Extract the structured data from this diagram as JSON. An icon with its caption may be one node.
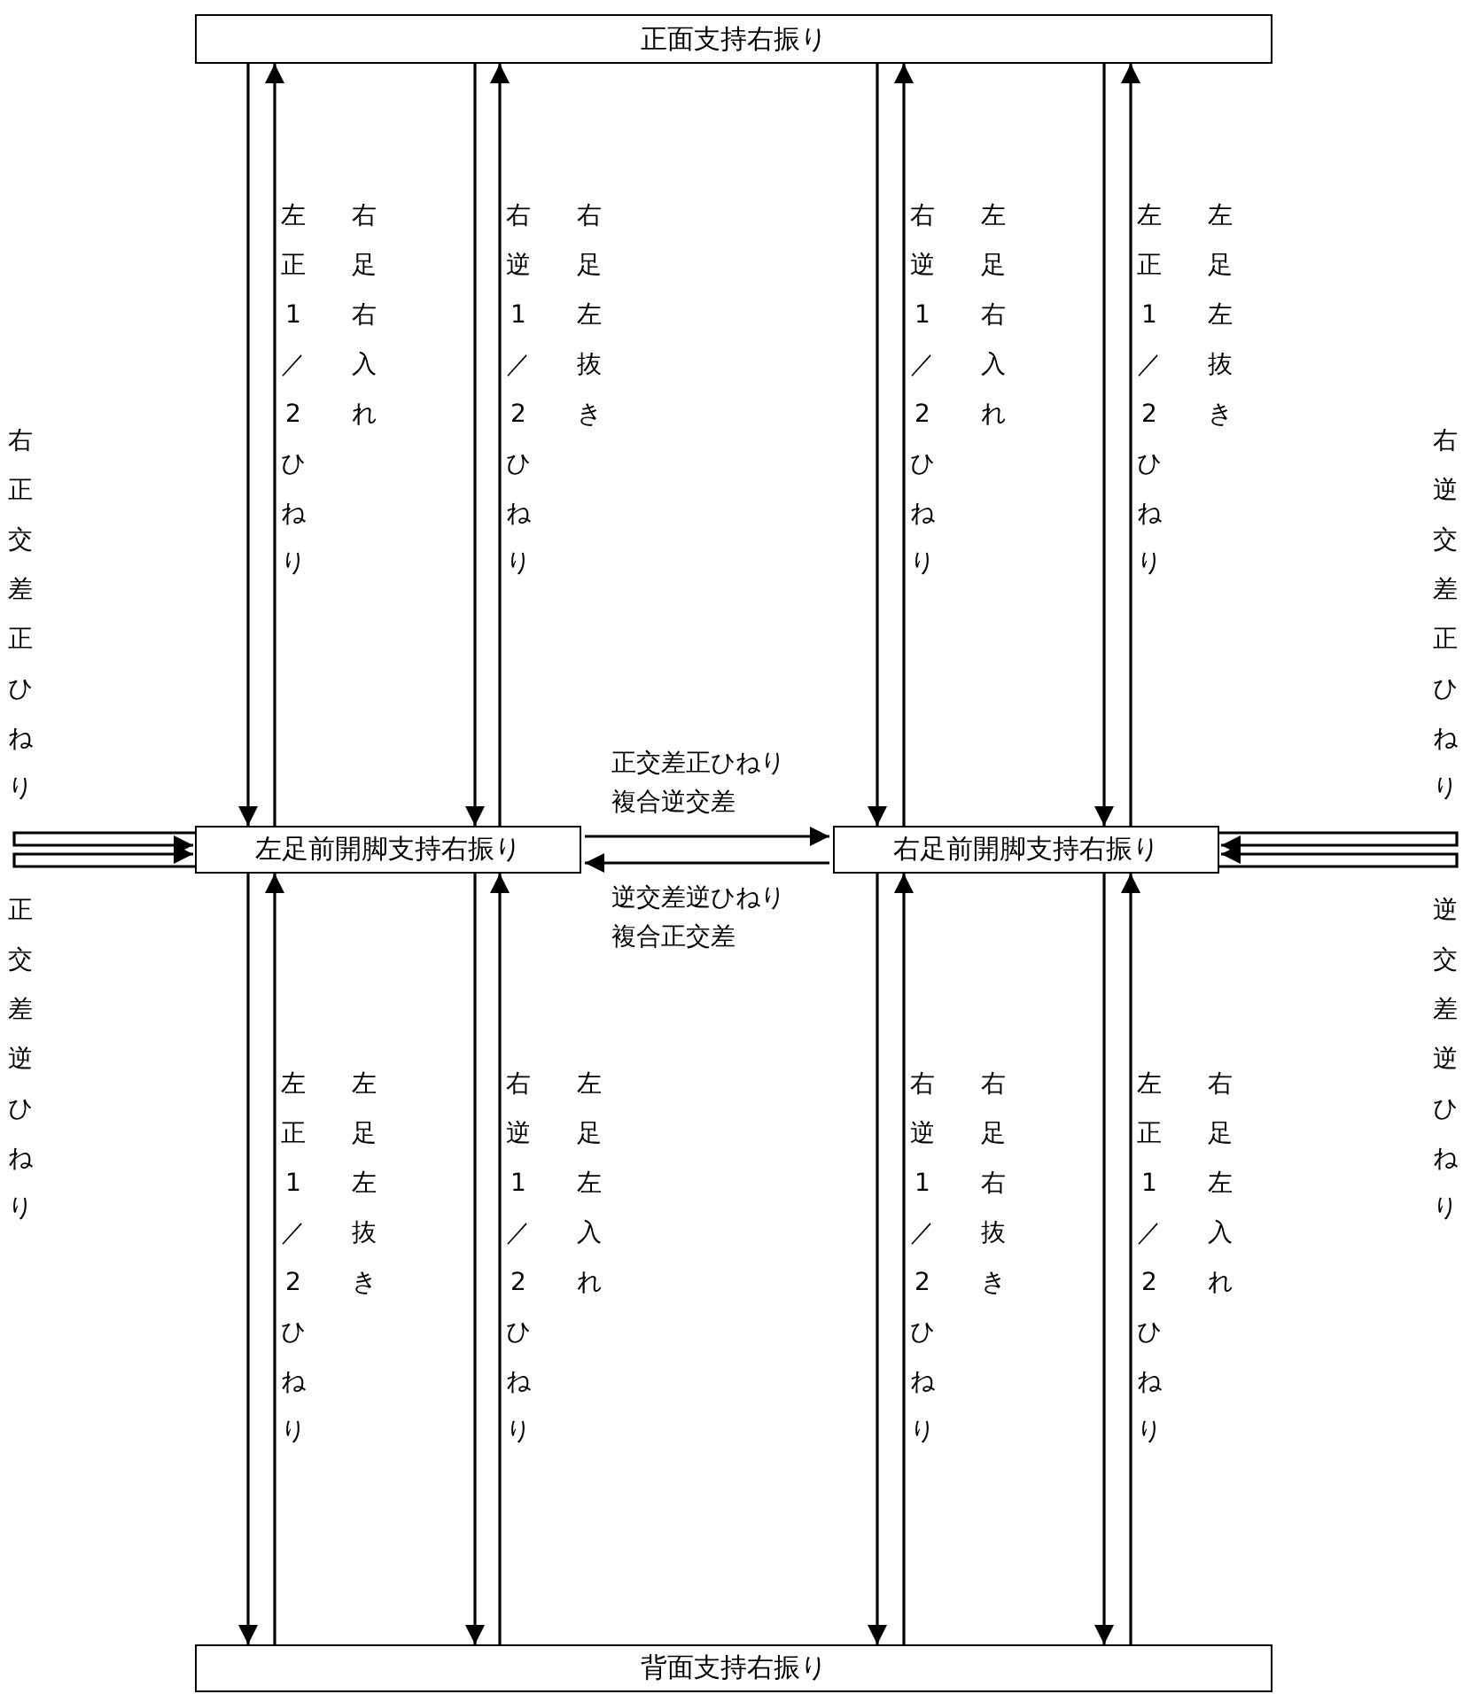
{
  "diagram": {
    "nodes": [
      {
        "text": [
          "正面支持右振り"
        ]
      },
      {
        "text": [
          "左足前開脚支持右振り"
        ]
      },
      {
        "text": [
          "右足前開脚支持右振り"
        ]
      },
      {
        "text": [
          "背面支持右振り"
        ]
      }
    ],
    "edges": [
      {
        "from": 0,
        "to": 1,
        "arrow": "to",
        "label": "右足右入れ"
      },
      {
        "from": 1,
        "to": 0,
        "arrow": "to",
        "label": "左正1／2ひねり"
      },
      {
        "from": 0,
        "to": 1,
        "arrow": "to",
        "label": "右足左抜き"
      },
      {
        "from": 1,
        "to": 0,
        "arrow": "to",
        "label": "右逆1／2ひねり"
      },
      {
        "from": 0,
        "to": 2,
        "arrow": "to",
        "label": "左足右入れ"
      },
      {
        "from": 2,
        "to": 0,
        "arrow": "to",
        "label": "右逆1／2ひねり"
      },
      {
        "from": 0,
        "to": 2,
        "arrow": "to",
        "label": "左足左抜き"
      },
      {
        "from": 2,
        "to": 0,
        "arrow": "to",
        "label": "左正1／2ひねり"
      },
      {
        "from": 1,
        "to": 1,
        "arrow": "to",
        "label": "右正交差正ひねり"
      },
      {
        "from": 1,
        "to": 1,
        "arrow": "to",
        "label": "正交差逆ひねり"
      },
      {
        "from": 1,
        "to": 2,
        "arrow": "to",
        "label": "正交差正ひねり複合逆交差"
      },
      {
        "from": 2,
        "to": 1,
        "arrow": "to",
        "label": "逆交差逆ひねり複合正交差"
      },
      {
        "from": 2,
        "to": 2,
        "arrow": "to",
        "label": "右逆交差正ひねり"
      },
      {
        "from": 2,
        "to": 2,
        "arrow": "to",
        "label": "逆交差逆ひねり"
      },
      {
        "from": 1,
        "to": 3,
        "arrow": "to",
        "label": "左足左抜き"
      },
      {
        "from": 3,
        "to": 1,
        "arrow": "to",
        "label": "左正1／2ひねり"
      },
      {
        "from": 1,
        "to": 3,
        "arrow": "to",
        "label": "左足左入れ"
      },
      {
        "from": 3,
        "to": 1,
        "arrow": "to",
        "label": "右逆1／2ひねり"
      },
      {
        "from": 2,
        "to": 3,
        "arrow": "to",
        "label": "右足右抜き"
      },
      {
        "from": 3,
        "to": 2,
        "arrow": "to",
        "label": "右逆1／2ひねり"
      },
      {
        "from": 2,
        "to": 3,
        "arrow": "to",
        "label": "右足左入れ"
      },
      {
        "from": 3,
        "to": 2,
        "arrow": "to",
        "label": "左正1／2ひねり"
      }
    ]
  }
}
